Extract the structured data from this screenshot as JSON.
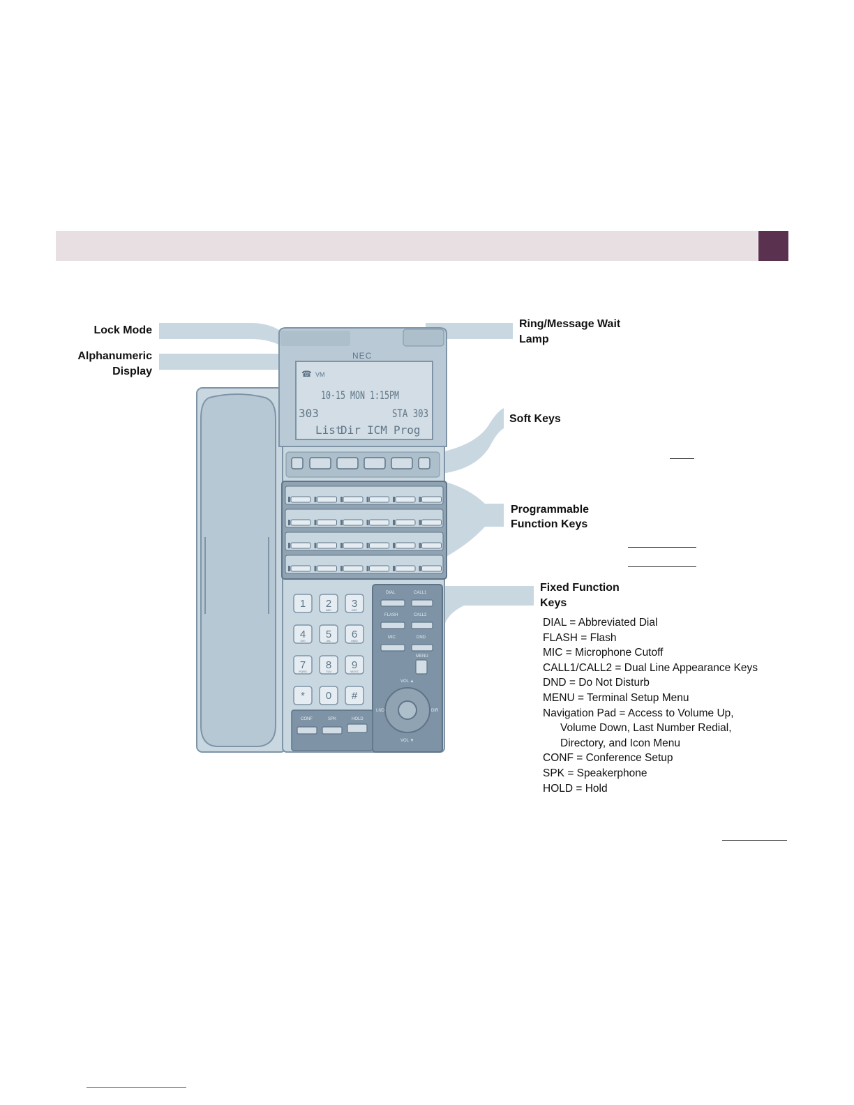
{
  "callouts": {
    "lock_mode": "Lock Mode",
    "alpha_display_line1": "Alphanumeric",
    "alpha_display_line2": "Display",
    "ring_lamp_line1": "Ring/Message Wait",
    "ring_lamp_line2": "Lamp",
    "soft_keys": "Soft Keys",
    "prog_keys_line1": "Programmable",
    "prog_keys_line2": "Function Keys",
    "fixed_keys_line1": "Fixed Function",
    "fixed_keys_line2": "Keys"
  },
  "legend": [
    "DIAL = Abbreviated Dial",
    "FLASH = Flash",
    "MIC = Microphone Cutoff",
    "CALL1/CALL2 = Dual Line Appearance Keys",
    "DND = Do Not Disturb",
    "MENU = Terminal Setup Menu",
    "Navigation Pad = Access to Volume Up,",
    "Volume Down, Last Number Redial,",
    "Directory, and Icon Menu",
    "CONF = Conference Setup",
    "SPK = Speakerphone",
    "HOLD = Hold"
  ],
  "phone": {
    "brand": "NEC",
    "lcd_icons": "VM",
    "lcd_line1": "10-15 MON  1:15PM",
    "lcd_line2_left": "303",
    "lcd_line2_right": "STA 303",
    "softkeys": [
      "List",
      "Dir",
      "ICM",
      "Prog"
    ],
    "dial_keys": [
      "1",
      "2",
      "3",
      "4",
      "5",
      "6",
      "7",
      "8",
      "9",
      "*",
      "0",
      "#"
    ],
    "dial_sub": [
      "",
      "ABC",
      "DEF",
      "GHI",
      "JKL",
      "MNO",
      "PQRS",
      "TUV",
      "WXYZ",
      "",
      "",
      ""
    ],
    "fixed_labels": {
      "dial": "DIAL",
      "call1": "CALL1",
      "flash": "FLASH",
      "call2": "CALL2",
      "mic": "MIC",
      "dnd": "DND",
      "menu": "MENU",
      "vol_up": "VOL ▲",
      "vol_down": "VOL ▼",
      "lnd": "LND",
      "dir": "DIR",
      "conf": "CONF",
      "spk": "SPK",
      "hold": "HOLD"
    },
    "colors": {
      "body": "#c9d7e1",
      "dark": "#7e94a6",
      "panel": "#90a3b3",
      "line": "#5f7587",
      "lcd": "#d2dde5"
    }
  }
}
